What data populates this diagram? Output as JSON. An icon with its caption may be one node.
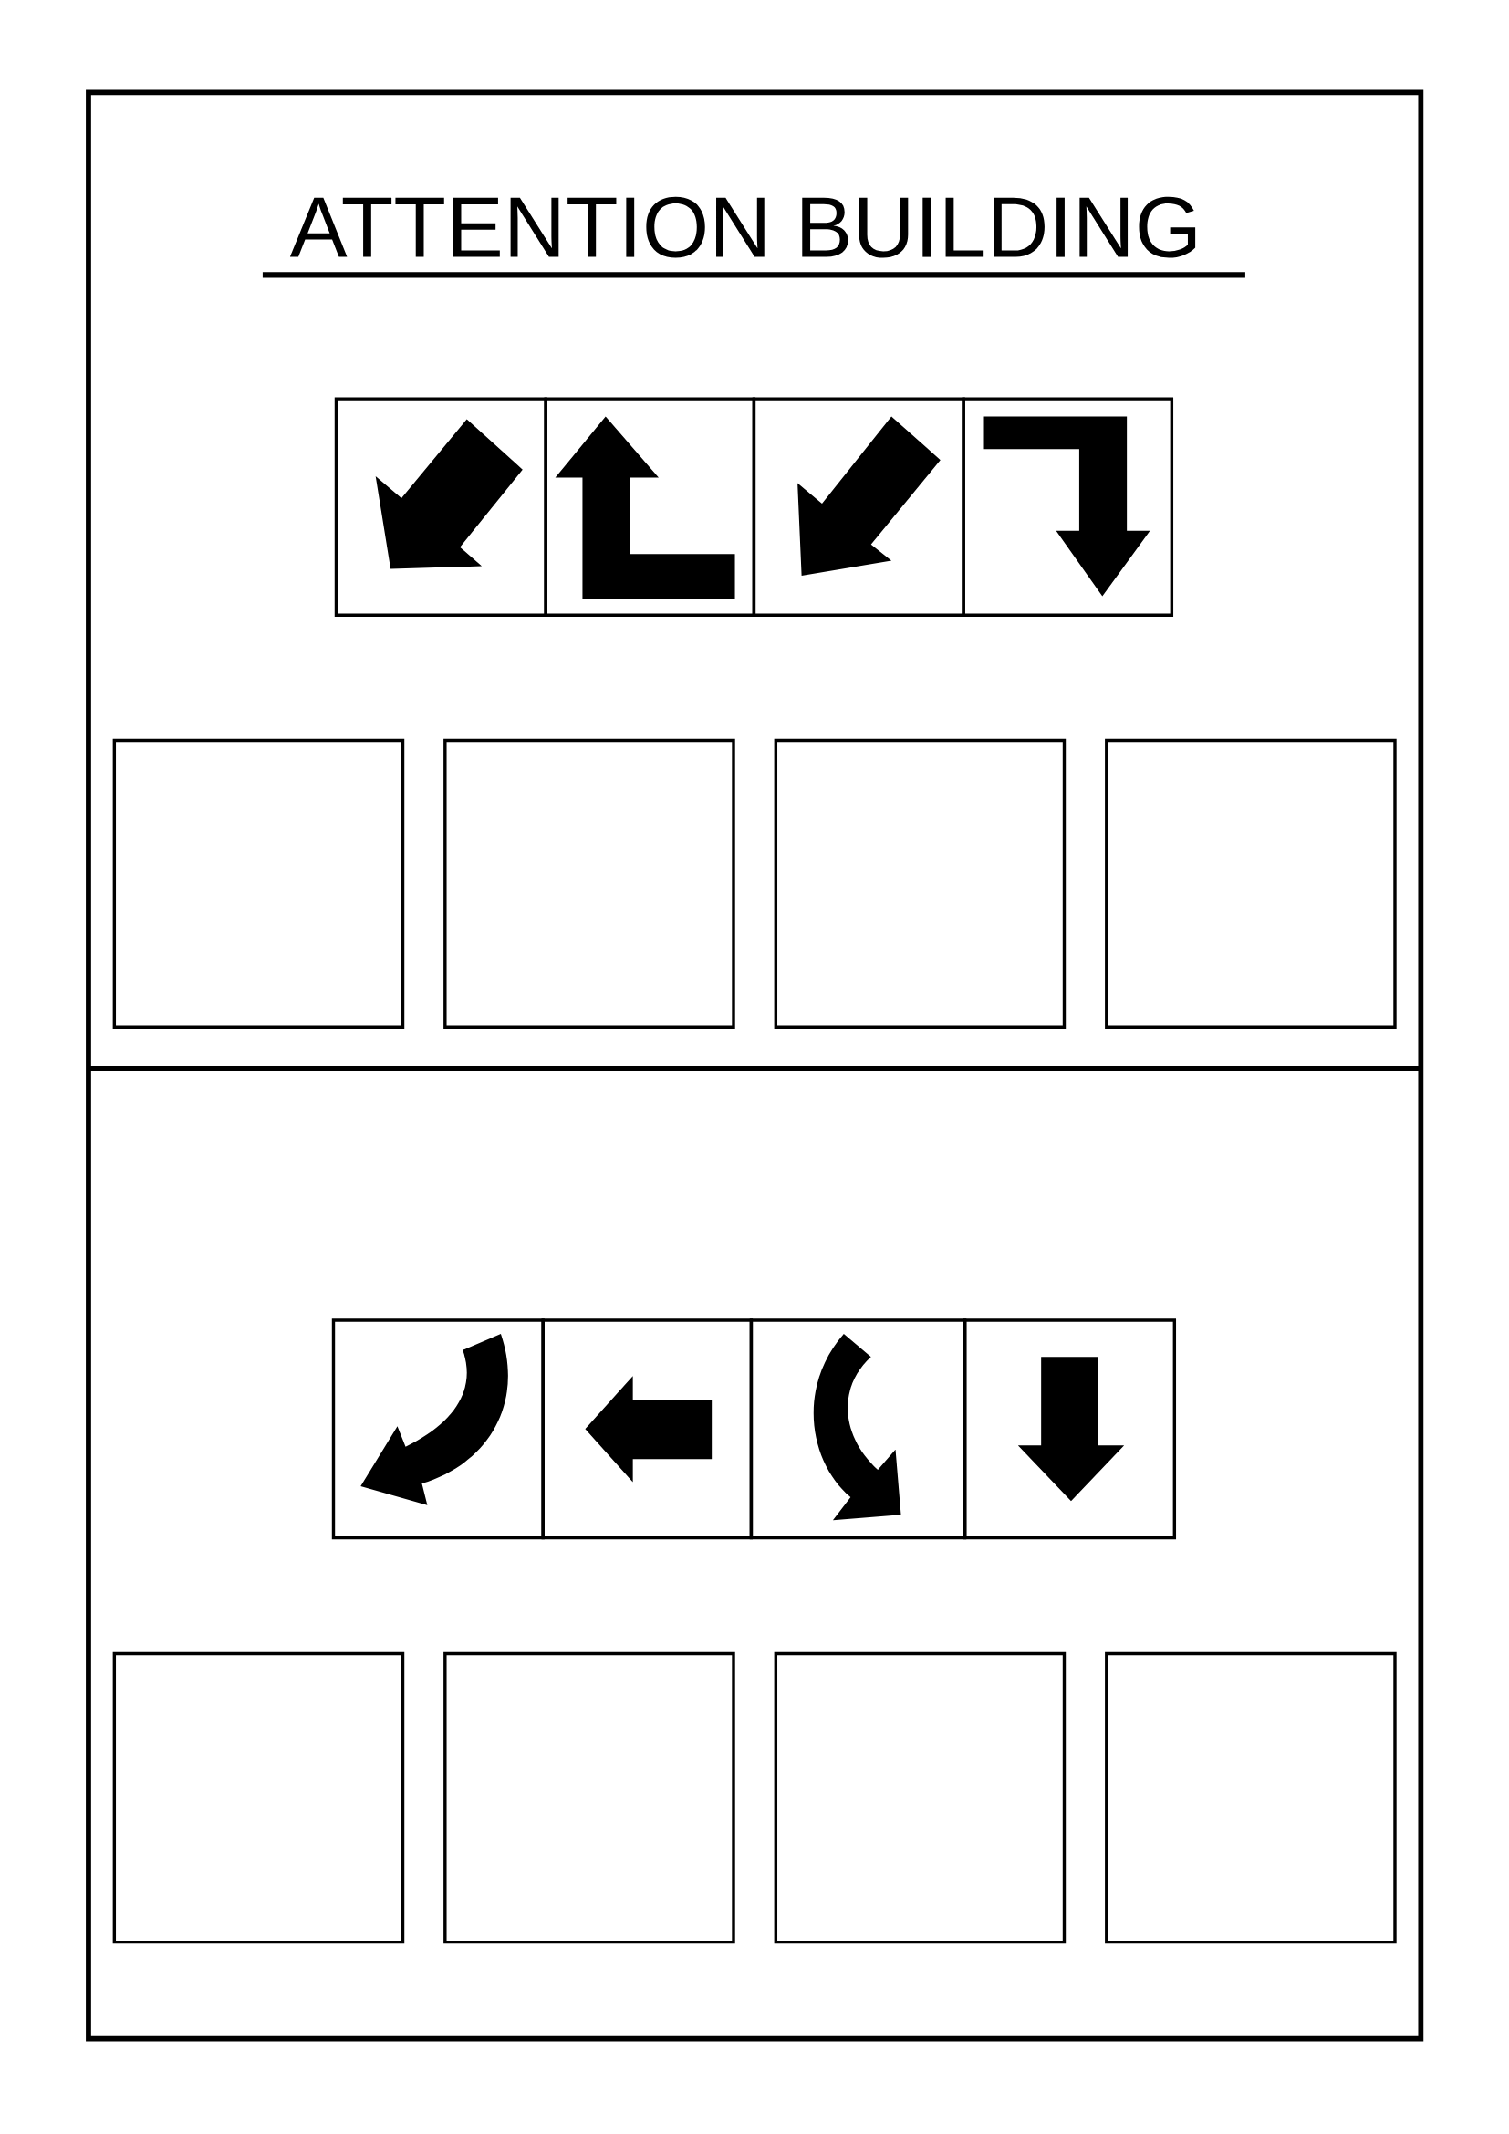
{
  "diagram": {
    "title": "ATTENTION BUILDING",
    "nodes": [
      {
        "text": [],
        "shape": "box"
      },
      {
        "text": [],
        "shape": "box"
      },
      {
        "text": [],
        "shape": "box"
      },
      {
        "text": [],
        "shape": "box"
      },
      {
        "text": [],
        "shape": "box"
      },
      {
        "text": [],
        "shape": "box"
      },
      {
        "text": [],
        "shape": "box"
      },
      {
        "text": [],
        "shape": "box"
      },
      {
        "text": [],
        "shape": "box"
      },
      {
        "text": [],
        "shape": "box"
      },
      {
        "text": [],
        "shape": "box"
      },
      {
        "text": [],
        "shape": "box"
      },
      {
        "text": [],
        "shape": "box"
      },
      {
        "text": [],
        "shape": "box"
      },
      {
        "text": [],
        "shape": "box"
      },
      {
        "text": [],
        "shape": "box"
      }
    ]
  }
}
